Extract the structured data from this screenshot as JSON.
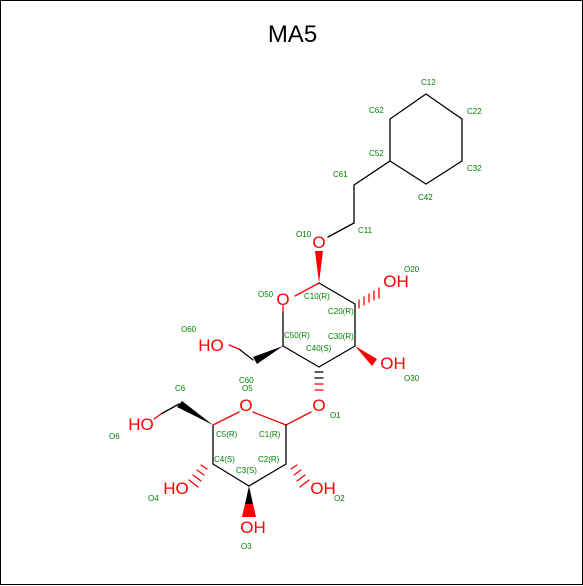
{
  "title": "MA5",
  "colors": {
    "bond": "#000000",
    "oxygen": "#ff0000",
    "atom_label": "#008000"
  },
  "labels": {
    "C12": "C12",
    "C62": "C62",
    "C22": "C22",
    "C52": "C52",
    "C32": "C32",
    "C42": "C42",
    "C61": "C61",
    "C11": "C11",
    "O10": "O10",
    "O20": "O20",
    "O50": "O50",
    "C10R": "C10(R)",
    "C20R": "C20(R)",
    "O60": "O60",
    "C50R": "C50(R)",
    "C30R": "C30(R)",
    "C40S": "C40(S)",
    "O30": "O30",
    "C60": "C60",
    "O5": "O5",
    "C6": "C6",
    "O1": "O1",
    "O6": "O6",
    "C5R": "C5(R)",
    "C1R": "C1(R)",
    "C4S": "C4(S)",
    "C2R": "C2(R)",
    "C3S": "C3(S)",
    "O4": "O4",
    "O2": "O2",
    "O3": "O3"
  },
  "symbols": {
    "o_ring_top": "O",
    "o_glyc_top": "O",
    "oh_20": "OH",
    "ho_60": "HO",
    "oh_30": "OH",
    "o_glyc": "O",
    "o_ring_bot": "O",
    "ho_6": "HO",
    "ho_4": "HO",
    "oh_2": "OH",
    "oh_3": "OH"
  }
}
